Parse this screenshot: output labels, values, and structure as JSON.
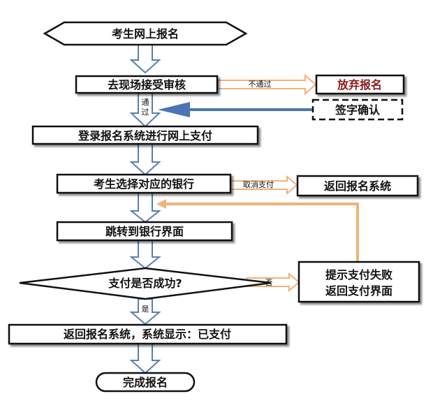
{
  "nodes": {
    "start": "考生网上报名",
    "onsite_review": "去现场接受审核",
    "give_up": "放弃报名",
    "sign_confirm": "签字确认",
    "login_pay": "登录报名系统进行网上支付",
    "choose_bank": "考生选择对应的银行",
    "back_to_system": "返回报名系统",
    "jump_bank": "跳转到银行界面",
    "pay_success_q": "支付是否成功?",
    "pay_fail": [
      "提示支付失败",
      "返回支付界面"
    ],
    "paid": "返回报名系统，系统显示：已支付",
    "end": "完成报名"
  },
  "edge_labels": {
    "not_passed": "不通过",
    "passed": [
      "通",
      "过"
    ],
    "cancel_pay": "取消支付",
    "no": "否",
    "yes": "是"
  },
  "colors": {
    "main_arrow_fill": "#ffffff",
    "main_arrow_stroke": "#5a7fae",
    "side_arrow": "#f0b27a",
    "sign_arrow": "#4a74b5",
    "give_up_text": "#8b1a1a",
    "box_stroke": "#111111"
  }
}
